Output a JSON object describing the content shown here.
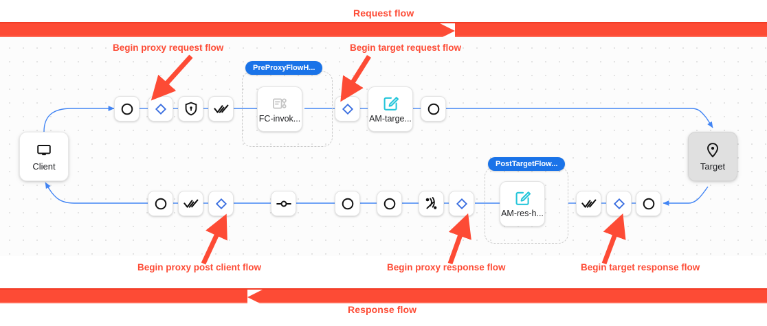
{
  "bands": {
    "request": {
      "label": "Request flow",
      "color": "#fd4b35"
    },
    "response": {
      "label": "Response flow",
      "color": "#fd4b35"
    }
  },
  "endpoints": [
    {
      "id": "client",
      "label": "Client",
      "icon": "monitor-icon"
    },
    {
      "id": "target",
      "label": "Target",
      "icon": "location-pin-icon"
    }
  ],
  "annotations": [
    {
      "id": "a1",
      "text": "Begin proxy request flow"
    },
    {
      "id": "a2",
      "text": "Begin target request flow"
    },
    {
      "id": "a3",
      "text": "Begin proxy post client flow"
    },
    {
      "id": "a4",
      "text": "Begin proxy response flow"
    },
    {
      "id": "a5",
      "text": "Begin target response flow"
    }
  ],
  "groups": [
    {
      "id": "g1",
      "chip": "PreProxyFlowH..."
    },
    {
      "id": "g2",
      "chip": "PostTargetFlow..."
    }
  ],
  "request_row": [
    {
      "id": "r1",
      "icon": "circle-icon",
      "type": "step"
    },
    {
      "id": "r2",
      "icon": "diamond-icon",
      "type": "condition"
    },
    {
      "id": "r3",
      "icon": "shield-lock-icon",
      "type": "security"
    },
    {
      "id": "r4",
      "icon": "double-check-icon",
      "type": "verify"
    },
    {
      "id": "r5",
      "icon": "flow-callout-icon",
      "label": "FC-invok...",
      "type": "policy"
    },
    {
      "id": "r6",
      "icon": "diamond-icon",
      "type": "condition"
    },
    {
      "id": "r7",
      "icon": "edit-pencil-icon",
      "label": "AM-targe...",
      "type": "policy"
    },
    {
      "id": "r8",
      "icon": "circle-icon",
      "type": "step"
    }
  ],
  "response_row": [
    {
      "id": "s1",
      "icon": "circle-icon",
      "type": "step"
    },
    {
      "id": "s2",
      "icon": "double-check-icon",
      "type": "verify"
    },
    {
      "id": "s3",
      "icon": "diamond-icon",
      "type": "condition"
    },
    {
      "id": "s4",
      "icon": "endpoint-link-icon",
      "type": "endpoint"
    },
    {
      "id": "s5",
      "icon": "circle-icon",
      "type": "step"
    },
    {
      "id": "s6",
      "icon": "circle-icon",
      "type": "step"
    },
    {
      "id": "s7",
      "icon": "broadcast-icon",
      "type": "publish"
    },
    {
      "id": "s8",
      "icon": "diamond-icon",
      "type": "condition"
    },
    {
      "id": "s9",
      "icon": "edit-pencil-icon",
      "label": "AM-res-h...",
      "type": "policy"
    },
    {
      "id": "s10",
      "icon": "double-check-icon",
      "type": "verify"
    },
    {
      "id": "s11",
      "icon": "diamond-icon",
      "type": "condition"
    },
    {
      "id": "s12",
      "icon": "circle-icon",
      "type": "step"
    }
  ],
  "colors": {
    "accent_red": "#fd4b35",
    "link_blue": "#4285f4",
    "chip_blue": "#1a73e8",
    "policy_teal": "#26c6da",
    "canvas": "#fcfcfc"
  }
}
